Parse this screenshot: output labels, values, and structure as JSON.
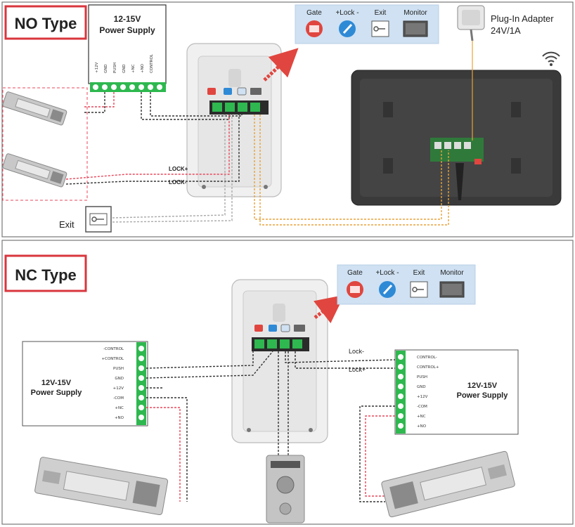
{
  "colors": {
    "type_red": "#d9363e",
    "gate_red": "#e0463f",
    "lock_blue": "#2f8ad6",
    "panel_blue": "#cfe1f2",
    "terminal_green": "#2eb84f",
    "wire_orange": "#e8a23a",
    "wire_red": "#e8475a",
    "wire_dark": "#333333",
    "monitor_dark": "#3a3a3a"
  },
  "top": {
    "type_label": "NO Type",
    "power_supply": {
      "line1": "12-15V",
      "line2": "Power Supply"
    },
    "ps_terminal_labels": [
      "+12V",
      "GND",
      "PUSH",
      "GND",
      "+NC",
      "+NO",
      "CONTROL"
    ],
    "legend": {
      "gate": "Gate",
      "lock": "+Lock -",
      "exit": "Exit",
      "monitor": "Monitor"
    },
    "lock_plus": "LOCK+",
    "lock_minus": "LOCK-",
    "exit_label": "Exit",
    "adapter": {
      "line1": "Plug-In Adapter",
      "line2": "24V/1A"
    }
  },
  "bottom": {
    "type_label": "NC Type",
    "legend": {
      "gate": "Gate",
      "lock": "+Lock -",
      "exit": "Exit",
      "monitor": "Monitor"
    },
    "left_ps": {
      "line1": "12V-15V",
      "line2": "Power Supply",
      "terminals": [
        "-CONTROL",
        "+CONTROL",
        "PUSH",
        "GND",
        "+12V",
        "-COM",
        "+NC",
        "+NO"
      ]
    },
    "right_ps": {
      "line1": "12V-15V",
      "line2": "Power Supply",
      "terminals": [
        "CONTROL-",
        "CONTROL+",
        "PUSH",
        "GND",
        "+12V",
        "-COM",
        "+NC",
        "+NO"
      ]
    },
    "lock_minus": "Lock-",
    "lock_plus": "Lock+"
  }
}
